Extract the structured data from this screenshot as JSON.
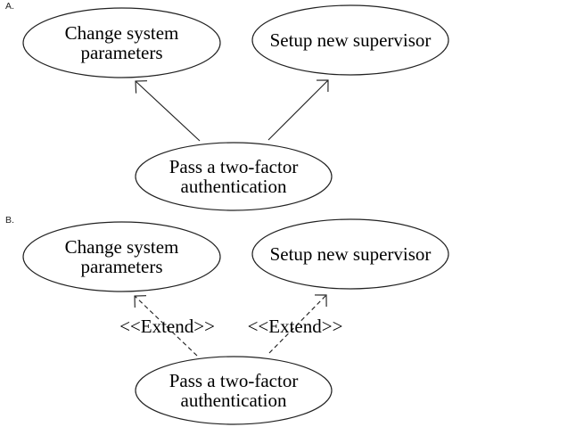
{
  "colors": {
    "background": "#ffffff",
    "stroke": "#222222",
    "text": "#000000"
  },
  "diagram_a": {
    "section_label": "A.",
    "nodes": {
      "top_left": {
        "label": "Change system parameters"
      },
      "top_right": {
        "label": "Setup new supervisor"
      },
      "bottom": {
        "label": "Pass a two-factor authentication"
      }
    },
    "edges": [
      {
        "from": "Pass a two-factor authentication",
        "to": "Change system parameters",
        "style": "solid",
        "arrowhead": "open",
        "label": ""
      },
      {
        "from": "Pass a two-factor authentication",
        "to": "Setup new supervisor",
        "style": "solid",
        "arrowhead": "open",
        "label": ""
      }
    ]
  },
  "diagram_b": {
    "section_label": "B.",
    "nodes": {
      "top_left": {
        "label": "Change system parameters"
      },
      "top_right": {
        "label": "Setup new supervisor"
      },
      "bottom": {
        "label": "Pass a two-factor authentication"
      }
    },
    "edges": [
      {
        "from": "Pass a two-factor authentication",
        "to": "Change system parameters",
        "style": "dashed",
        "arrowhead": "open",
        "label": "<<Extend>>"
      },
      {
        "from": "Pass a two-factor authentication",
        "to": "Setup new supervisor",
        "style": "dashed",
        "arrowhead": "open",
        "label": "<<Extend>>"
      }
    ]
  }
}
